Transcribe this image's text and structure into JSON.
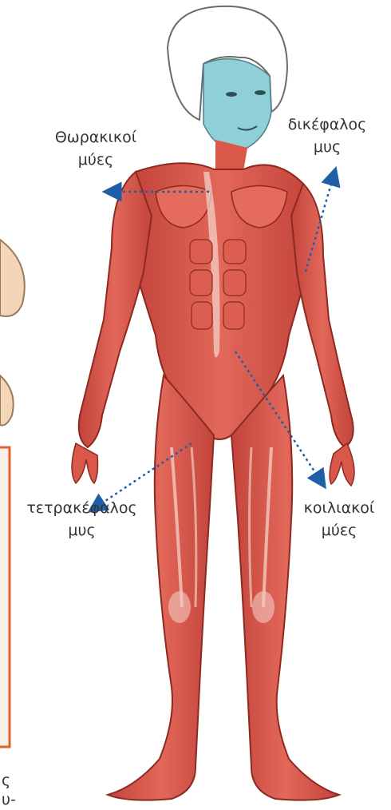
{
  "labels": {
    "pectoral": {
      "line1": "Θωρακικοί",
      "line2": "μύες"
    },
    "biceps": {
      "line1": "δικέφαλος",
      "line2": "μυς"
    },
    "quadriceps": {
      "line1": "τετρακέφαλος",
      "line2": "μυς"
    },
    "abdominal": {
      "line1": "κοιλιακοί",
      "line2": "μύες"
    }
  },
  "cropped_text": {
    "line1": "ς",
    "line2": "υ-"
  },
  "colors": {
    "muscle": "#d9584a",
    "muscle_dark": "#a8362c",
    "muscle_highlight": "#f3c9c0",
    "skin_blue": "#8fcfd8",
    "arrow": "#1f5fa8",
    "frame": "#e0612f"
  }
}
